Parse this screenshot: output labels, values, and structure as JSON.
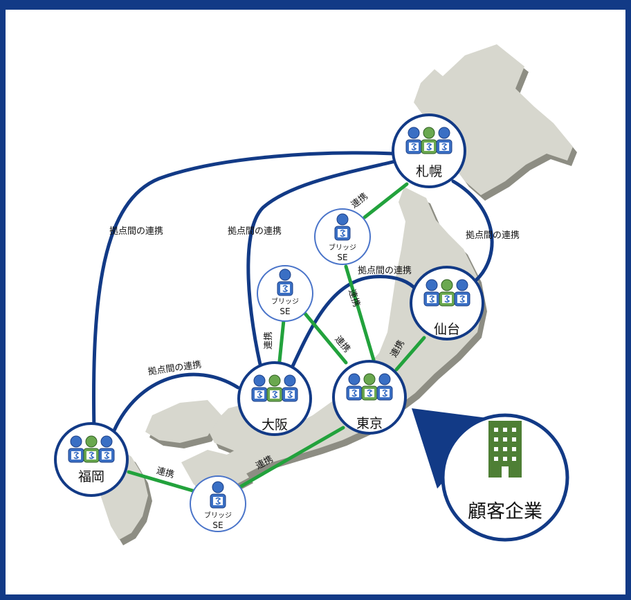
{
  "colors": {
    "navy": "#123a86",
    "green_link": "#22a23c",
    "map_fill": "#d7d7ce",
    "map_shadow": "#8d8d83",
    "building": "#4e7f35",
    "person_blue": "#3a6fc4",
    "person_green": "#6aa84f"
  },
  "offices": {
    "sapporo": "札幌",
    "sendai": "仙台",
    "osaka": "大阪",
    "tokyo": "東京",
    "fukuoka": "福岡"
  },
  "bridge_se": {
    "line1": "ブリッジ",
    "line2": "SE"
  },
  "links": {
    "inter_office": "拠点間の連携",
    "cooperation": "連携"
  },
  "client": {
    "label": "顧客企業",
    "icon": "building-icon"
  }
}
